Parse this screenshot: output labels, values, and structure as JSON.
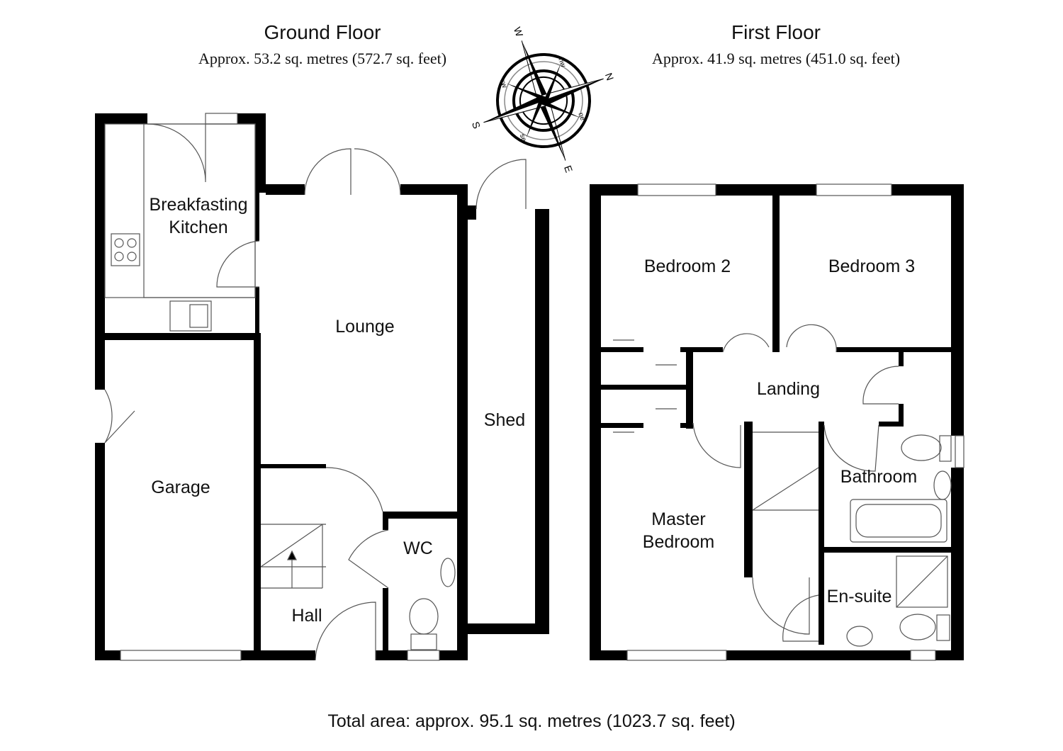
{
  "ground_floor": {
    "title": "Ground Floor",
    "area": "Approx. 53.2 sq. metres (572.7 sq. feet)",
    "rooms": {
      "kitchen": "Breakfasting\nKitchen",
      "lounge": "Lounge",
      "garage": "Garage",
      "hall": "Hall",
      "wc": "WC",
      "shed": "Shed"
    }
  },
  "first_floor": {
    "title": "First Floor",
    "area": "Approx. 41.9 sq. metres (451.0 sq. feet)",
    "rooms": {
      "bedroom2": "Bedroom 2",
      "bedroom3": "Bedroom 3",
      "landing": "Landing",
      "bathroom": "Bathroom",
      "master": "Master\nBedroom",
      "ensuite": "En-suite"
    }
  },
  "compass": {
    "labels": [
      "N",
      "S",
      "E",
      "W",
      "ne",
      "nw",
      "se",
      "sw"
    ]
  },
  "total": "Total area: approx. 95.1 sq. metres (1023.7 sq. feet)",
  "colors": {
    "wall": "#000000",
    "line": "#555555"
  }
}
